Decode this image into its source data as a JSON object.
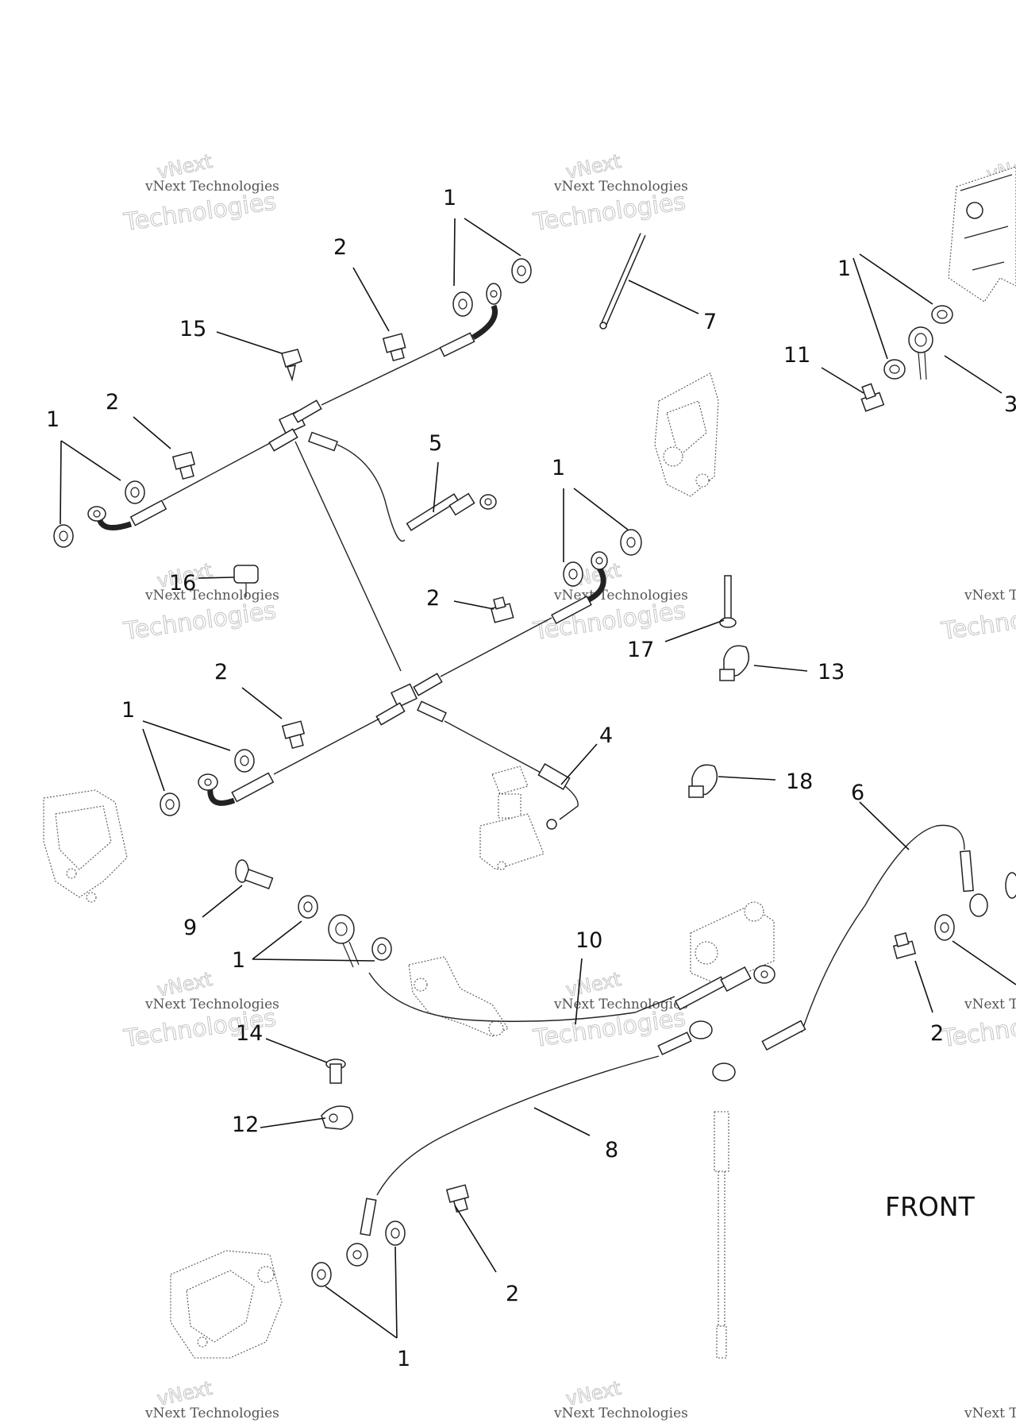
{
  "diagram": {
    "front_label": "FRONT",
    "watermark": {
      "line1": "vNext",
      "line2": "vNext Technologies",
      "line3": "Technologies"
    },
    "callouts": [
      {
        "id": "c1a",
        "text": "1"
      },
      {
        "id": "c2a",
        "text": "2"
      },
      {
        "id": "c15",
        "text": "15"
      },
      {
        "id": "c7",
        "text": "7"
      },
      {
        "id": "c1b",
        "text": "1"
      },
      {
        "id": "c11",
        "text": "11"
      },
      {
        "id": "c3",
        "text": "3"
      },
      {
        "id": "c2b",
        "text": "2"
      },
      {
        "id": "c1c",
        "text": "1"
      },
      {
        "id": "c5",
        "text": "5"
      },
      {
        "id": "c1d",
        "text": "1"
      },
      {
        "id": "c16",
        "text": "16"
      },
      {
        "id": "c2c",
        "text": "2"
      },
      {
        "id": "c17",
        "text": "17"
      },
      {
        "id": "c13",
        "text": "13"
      },
      {
        "id": "c2d",
        "text": "2"
      },
      {
        "id": "c1e",
        "text": "1"
      },
      {
        "id": "c4",
        "text": "4"
      },
      {
        "id": "c18",
        "text": "18"
      },
      {
        "id": "c6",
        "text": "6"
      },
      {
        "id": "c9",
        "text": "9"
      },
      {
        "id": "c1f",
        "text": "1"
      },
      {
        "id": "c10",
        "text": "10"
      },
      {
        "id": "c2e",
        "text": "2"
      },
      {
        "id": "c14",
        "text": "14"
      },
      {
        "id": "c12",
        "text": "12"
      },
      {
        "id": "c8",
        "text": "8"
      },
      {
        "id": "c2f",
        "text": "2"
      },
      {
        "id": "c1g",
        "text": "1"
      }
    ]
  }
}
